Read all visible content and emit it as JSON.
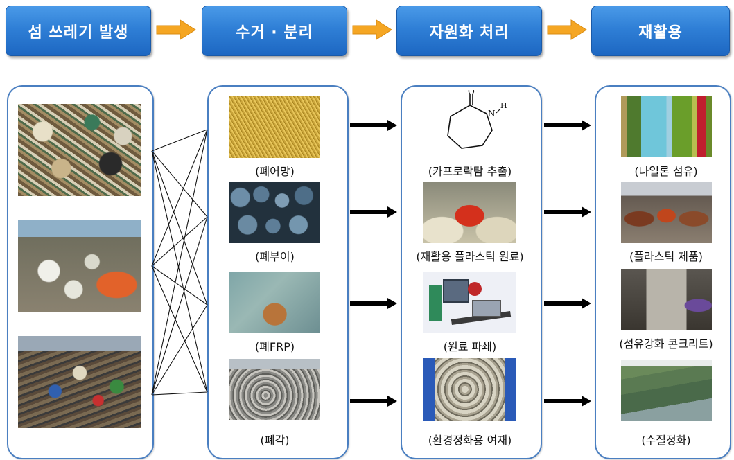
{
  "header": {
    "step1": "섬 쓰레기 발생",
    "step2": "수거 · 분리",
    "step3": "자원화 처리",
    "step4": "재활용"
  },
  "collection": {
    "captions": [
      "(폐어망)",
      "(폐부이)",
      "(폐FRP)",
      "(폐각)"
    ]
  },
  "processing": {
    "chem_atoms": [
      "O",
      "N",
      "H"
    ],
    "captions": [
      "(카프로락탐 추출)",
      "(재활용 플라스틱 원료)",
      "(원료 파쇄)",
      "(환경정화용 여재)"
    ]
  },
  "recycling": {
    "captions": [
      "(나일론 섬유)",
      "(플라스틱 제품)",
      "(섬유강화 콘크리트)",
      "(수질정화)"
    ]
  },
  "colors": {
    "header_blue": "#2f7fd6",
    "arrow_orange": "#f5a623",
    "column_border": "#4a7fc1"
  },
  "icons": {
    "step_arrow": "orange-right-arrow-icon",
    "flow_arrow": "black-right-arrow-icon"
  }
}
